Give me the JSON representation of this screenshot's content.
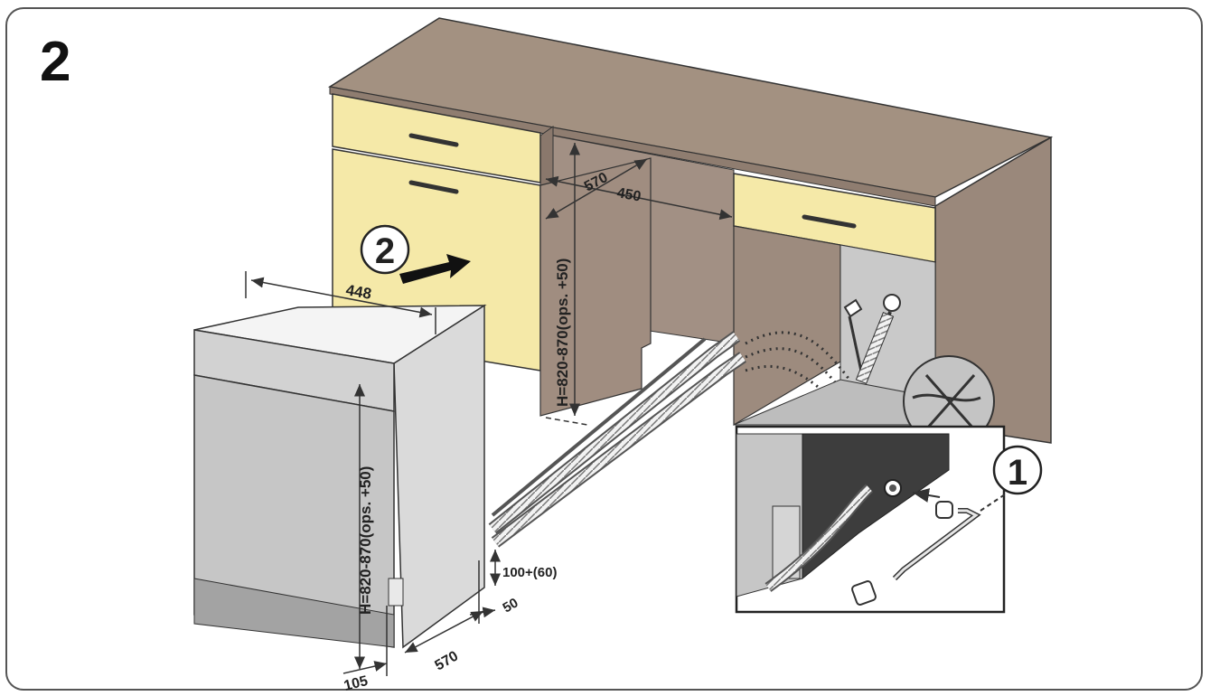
{
  "step_number": "2",
  "callouts": {
    "push_step": "2",
    "connect_step": "1"
  },
  "dimensions": {
    "appliance_width": "448",
    "appliance_height": "H=820-870(ops. +50)",
    "niche_height": "H=820-870(ops. +50)",
    "niche_depth": "570",
    "niche_width": "450",
    "plinth_height": "100+(60)",
    "plinth_depth": "50",
    "base_depth": "570",
    "foot_offset": "105"
  },
  "colors": {
    "countertop": "#a08e7f",
    "cabinet_side": "#9c8a7d",
    "drawer_front": "#f5e9a8",
    "appliance_body": "#c9c9c9",
    "appliance_panel": "#d8d8d8",
    "floor_box": "#b5b5b5",
    "outline": "#333333"
  },
  "icons": [
    "push-arrow-icon",
    "no-leak-icon",
    "water-drop-icon",
    "plug-icon",
    "hose-icon"
  ]
}
